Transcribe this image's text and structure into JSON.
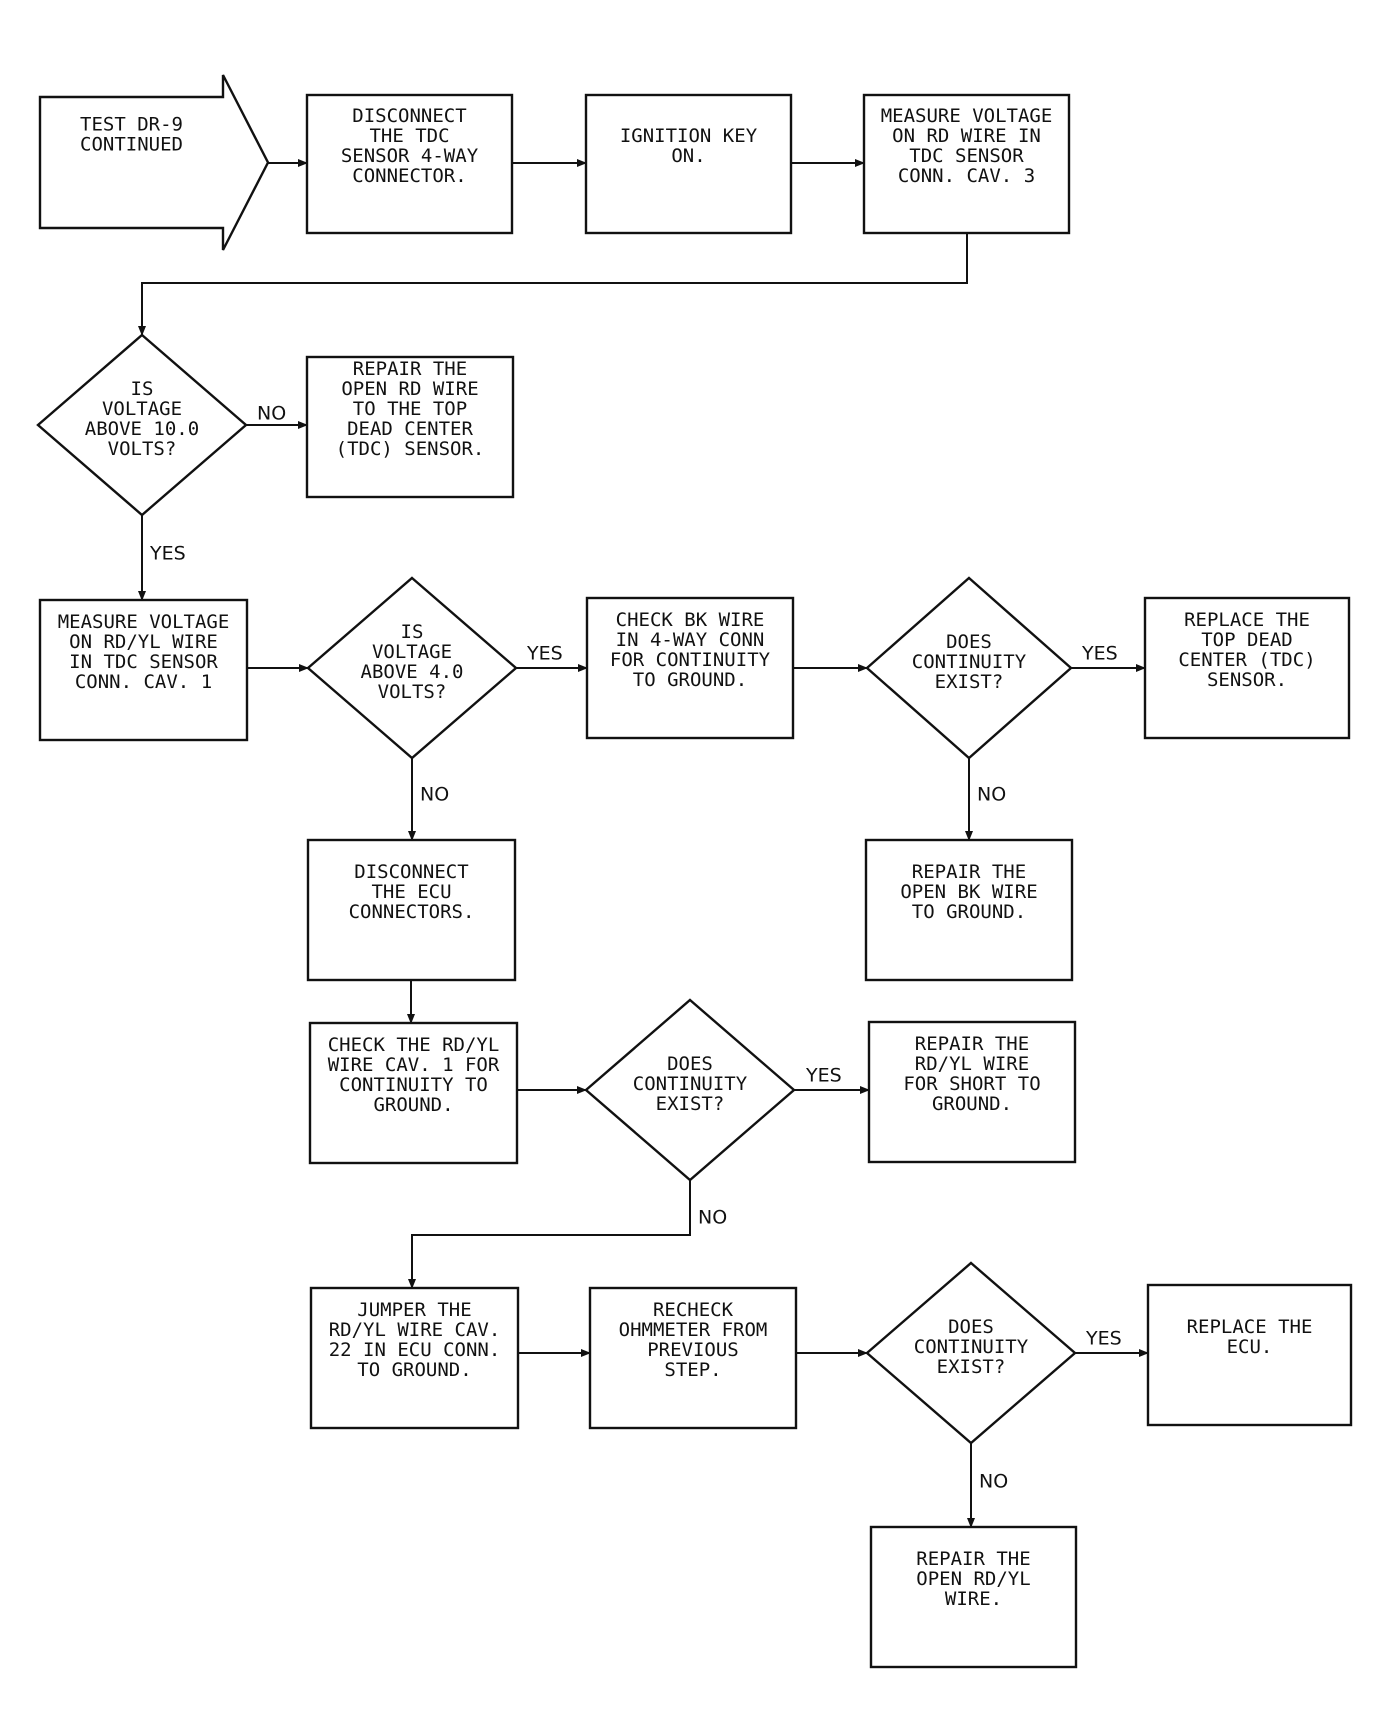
{
  "nodes": {
    "start": {
      "shape": "arrow",
      "lines": [
        "TEST DR-9",
        "CONTINUED"
      ]
    },
    "disconnect_tdc": {
      "shape": "box",
      "lines": [
        "DISCONNECT",
        "THE TDC",
        "SENSOR 4-WAY",
        "CONNECTOR."
      ]
    },
    "ignition_on": {
      "shape": "box",
      "lines": [
        "IGNITION KEY",
        "ON."
      ]
    },
    "measure_rd": {
      "shape": "box",
      "lines": [
        "MEASURE VOLTAGE",
        "ON RD WIRE IN",
        "TDC SENSOR",
        "CONN. CAV. 3"
      ]
    },
    "dec_10v": {
      "shape": "diamond",
      "lines": [
        "IS",
        "VOLTAGE",
        "ABOVE 10.0",
        "VOLTS?"
      ]
    },
    "repair_open_rd": {
      "shape": "box",
      "lines": [
        "REPAIR THE",
        "OPEN RD WIRE",
        "TO THE TOP",
        "DEAD CENTER",
        "(TDC) SENSOR."
      ]
    },
    "measure_rdyl": {
      "shape": "box",
      "lines": [
        "MEASURE VOLTAGE",
        "ON RD/YL WIRE",
        "IN TDC SENSOR",
        "CONN. CAV. 1"
      ]
    },
    "dec_4v": {
      "shape": "diamond",
      "lines": [
        "IS",
        "VOLTAGE",
        "ABOVE 4.0",
        "VOLTS?"
      ]
    },
    "check_bk": {
      "shape": "box",
      "lines": [
        "CHECK BK WIRE",
        "IN 4-WAY CONN",
        "FOR CONTINUITY",
        "TO GROUND."
      ]
    },
    "dec_cont_1": {
      "shape": "diamond",
      "lines": [
        "DOES",
        "CONTINUITY",
        "EXIST?"
      ]
    },
    "replace_tdc": {
      "shape": "box",
      "lines": [
        "REPLACE THE",
        "TOP DEAD",
        "CENTER (TDC)",
        "SENSOR."
      ]
    },
    "repair_open_bk": {
      "shape": "box",
      "lines": [
        "REPAIR THE",
        "OPEN BK WIRE",
        "TO GROUND."
      ]
    },
    "disconnect_ecu": {
      "shape": "box",
      "lines": [
        "DISCONNECT",
        "THE ECU",
        "CONNECTORS."
      ]
    },
    "check_rdyl_cav1": {
      "shape": "box",
      "lines": [
        "CHECK THE RD/YL",
        "WIRE CAV. 1 FOR",
        "CONTINUITY TO",
        "GROUND."
      ]
    },
    "dec_cont_2": {
      "shape": "diamond",
      "lines": [
        "DOES",
        "CONTINUITY",
        "EXIST?"
      ]
    },
    "repair_short": {
      "shape": "box",
      "lines": [
        "REPAIR THE",
        "RD/YL WIRE",
        "FOR SHORT TO",
        "GROUND."
      ]
    },
    "jumper": {
      "shape": "box",
      "lines": [
        "JUMPER THE",
        "RD/YL WIRE CAV.",
        "22 IN ECU CONN.",
        "TO GROUND."
      ]
    },
    "recheck": {
      "shape": "box",
      "lines": [
        "RECHECK",
        "OHMMETER FROM",
        "PREVIOUS",
        "STEP."
      ]
    },
    "dec_cont_3": {
      "shape": "diamond",
      "lines": [
        "DOES",
        "CONTINUITY",
        "EXIST?"
      ]
    },
    "replace_ecu": {
      "shape": "box",
      "lines": [
        "REPLACE THE",
        "ECU."
      ]
    },
    "repair_open_rdyl": {
      "shape": "box",
      "lines": [
        "REPAIR THE",
        "OPEN RD/YL",
        "WIRE."
      ]
    }
  },
  "edges": [
    {
      "from": "start",
      "to": "disconnect_tdc",
      "label": ""
    },
    {
      "from": "disconnect_tdc",
      "to": "ignition_on",
      "label": ""
    },
    {
      "from": "ignition_on",
      "to": "measure_rd",
      "label": ""
    },
    {
      "from": "measure_rd",
      "to": "dec_10v",
      "label": ""
    },
    {
      "from": "dec_10v",
      "to": "repair_open_rd",
      "label": "NO"
    },
    {
      "from": "dec_10v",
      "to": "measure_rdyl",
      "label": "YES"
    },
    {
      "from": "measure_rdyl",
      "to": "dec_4v",
      "label": ""
    },
    {
      "from": "dec_4v",
      "to": "check_bk",
      "label": "YES"
    },
    {
      "from": "dec_4v",
      "to": "disconnect_ecu",
      "label": "NO"
    },
    {
      "from": "check_bk",
      "to": "dec_cont_1",
      "label": ""
    },
    {
      "from": "dec_cont_1",
      "to": "replace_tdc",
      "label": "YES"
    },
    {
      "from": "dec_cont_1",
      "to": "repair_open_bk",
      "label": "NO"
    },
    {
      "from": "disconnect_ecu",
      "to": "check_rdyl_cav1",
      "label": ""
    },
    {
      "from": "check_rdyl_cav1",
      "to": "dec_cont_2",
      "label": ""
    },
    {
      "from": "dec_cont_2",
      "to": "repair_short",
      "label": "YES"
    },
    {
      "from": "dec_cont_2",
      "to": "jumper",
      "label": "NO"
    },
    {
      "from": "jumper",
      "to": "recheck",
      "label": ""
    },
    {
      "from": "recheck",
      "to": "dec_cont_3",
      "label": ""
    },
    {
      "from": "dec_cont_3",
      "to": "replace_ecu",
      "label": "YES"
    },
    {
      "from": "dec_cont_3",
      "to": "repair_open_rdyl",
      "label": "NO"
    }
  ]
}
